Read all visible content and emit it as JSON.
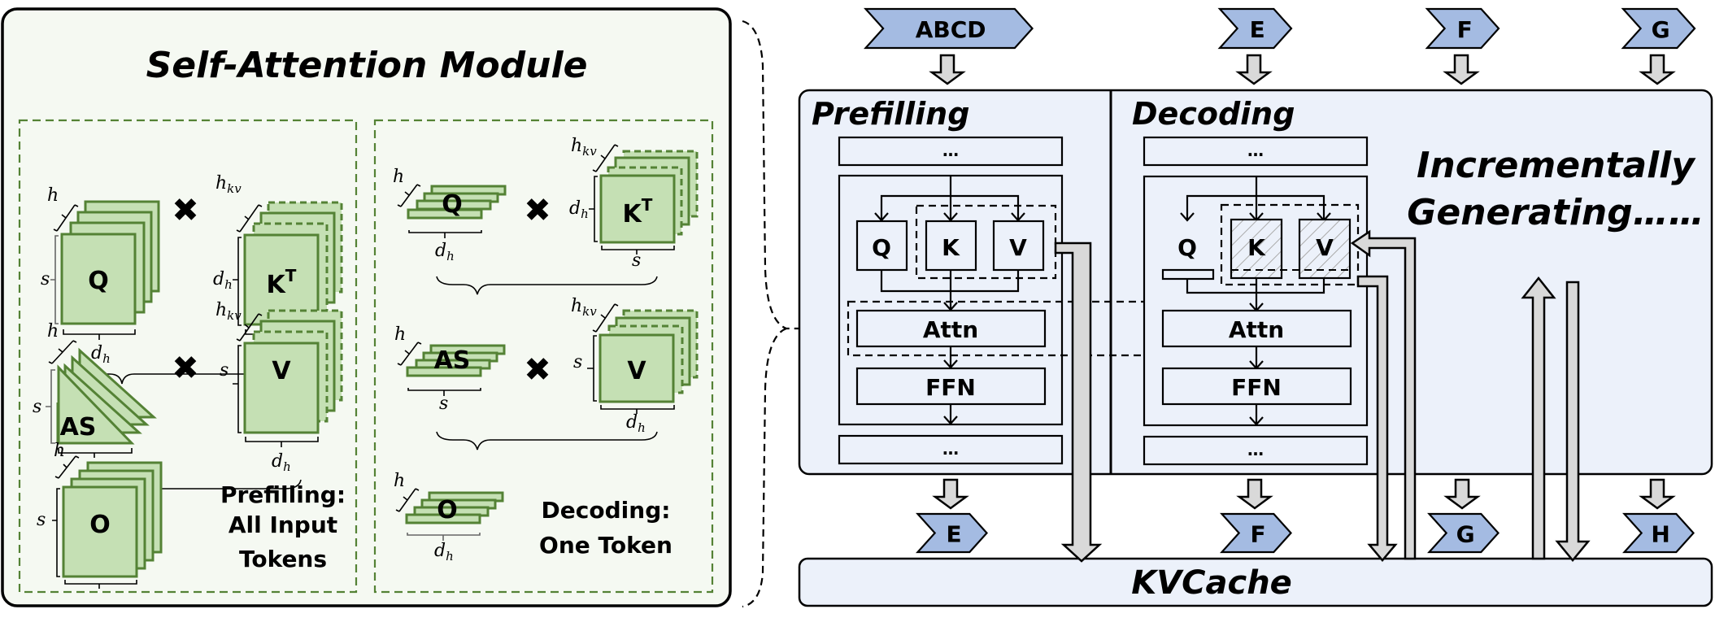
{
  "left_panel": {
    "title": "Self-Attention Module",
    "prefill": {
      "q_label": "Q",
      "kt_label": "K",
      "kt_sup": "T",
      "as_label": "AS",
      "v_label": "V",
      "o_label": "O",
      "times": "✖",
      "caption": [
        "Prefilling:",
        "All Input",
        "Tokens"
      ]
    },
    "decode": {
      "q_label": "Q",
      "kt_label": "K",
      "kt_sup": "T",
      "as_label": "AS",
      "v_label": "V",
      "o_label": "O",
      "times": "✖",
      "caption": [
        "Decoding:",
        "One Token"
      ]
    },
    "dims": {
      "h": "h",
      "h_kv_base": "h",
      "h_kv_sub": "kv",
      "s": "s",
      "d_base": "d",
      "d_sub": "h"
    }
  },
  "right_panel": {
    "input_tokens": [
      "ABCD",
      "E",
      "F",
      "G"
    ],
    "output_tokens": [
      "E",
      "F",
      "G",
      "H"
    ],
    "prefilling": {
      "label": "Prefilling",
      "ellipsis_top": "…",
      "ellipsis_bottom": "…",
      "q": "Q",
      "k": "K",
      "v": "V",
      "attn": "Attn",
      "ffn": "FFN"
    },
    "decoding": {
      "label": "Decoding",
      "ellipsis_top": "…",
      "ellipsis_bottom": "…",
      "q": "Q",
      "k": "K",
      "v": "V",
      "attn": "Attn",
      "ffn": "FFN"
    },
    "incremental_text": [
      "Incrementally",
      "Generating……"
    ],
    "kvcache_label": "KVCache"
  },
  "colors": {
    "matrix_fill": "#c5e0b4",
    "matrix_stroke": "#548235",
    "panel_bg": "#f5f9f2",
    "box_bg": "#ecf1fa",
    "token_fill": "#a4bbe2",
    "pipe_fill": "#d9d9d9"
  }
}
